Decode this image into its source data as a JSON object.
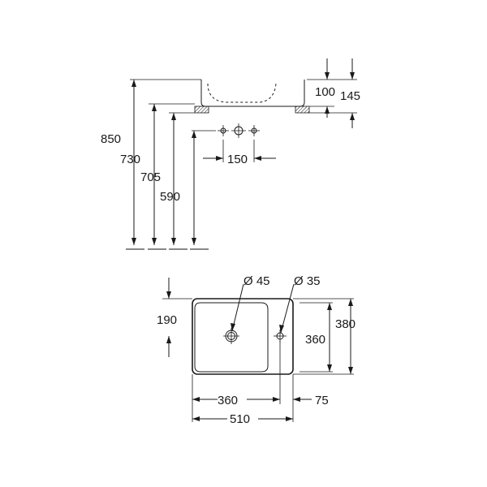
{
  "side_view": {
    "dimensions": {
      "height_total": "850",
      "height_rim": "730",
      "height_outlet": "705",
      "height_tap_holes": "590",
      "bowl_depth": "100",
      "overall_depth": "145",
      "tap_hole_spacing": "150"
    }
  },
  "top_view": {
    "dimensions": {
      "hole_large": "Ø 45",
      "hole_small": "Ø 35",
      "center_offset": "190",
      "depth_inner": "360",
      "depth_outer": "380",
      "width_inner": "360",
      "width_ledge": "75",
      "width_total": "510"
    }
  }
}
